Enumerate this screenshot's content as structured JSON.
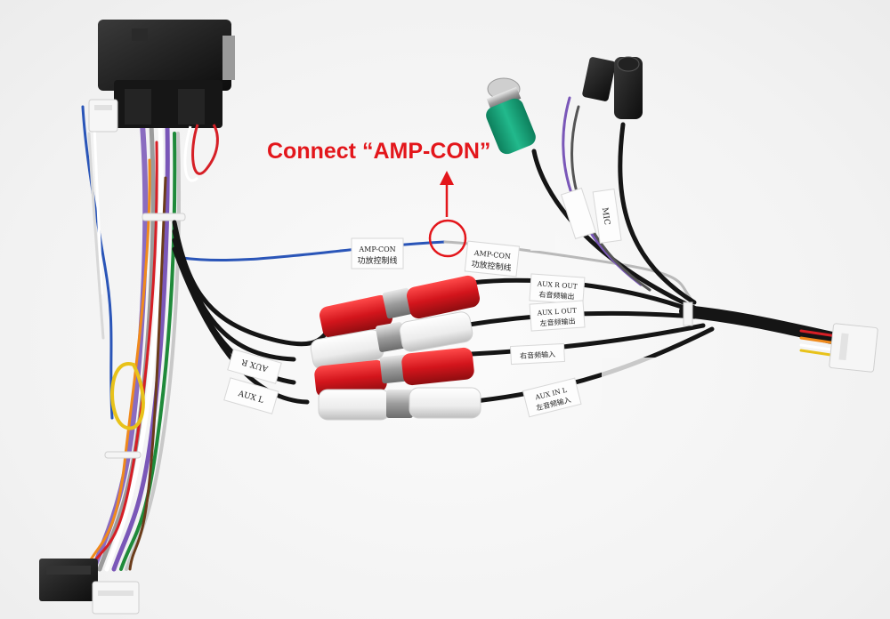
{
  "annotation": {
    "text": "Connect “AMP-CON”",
    "color": "#e3161b"
  },
  "labels": {
    "amp_con_1_en": "AMP-CON",
    "amp_con_1_cn": "功放控制线",
    "amp_con_2_en": "AMP-CON",
    "amp_con_2_cn": "功放控制线",
    "mic": "MIC",
    "aux_r_out_en": "AUX R OUT",
    "aux_r_out_cn": "右音频输出",
    "aux_l_out_en": "AUX L OUT",
    "aux_l_out_cn": "左音频输出",
    "aux_r_in_cn": "右音频输入",
    "aux_l_in_en": "AUX IN L",
    "aux_l_in_cn": "左音频输入",
    "aux_r": "AUX R",
    "aux_l": "AUX L"
  },
  "colors": {
    "red_plug": "#d3151c",
    "white_plug": "#f4f4f4",
    "green_plug": "#1aa37c",
    "black_wire": "#151515",
    "blue_wire": "#2a55b8",
    "purple_wire": "#8a6cc0",
    "yellow_wire": "#e8c21a"
  }
}
